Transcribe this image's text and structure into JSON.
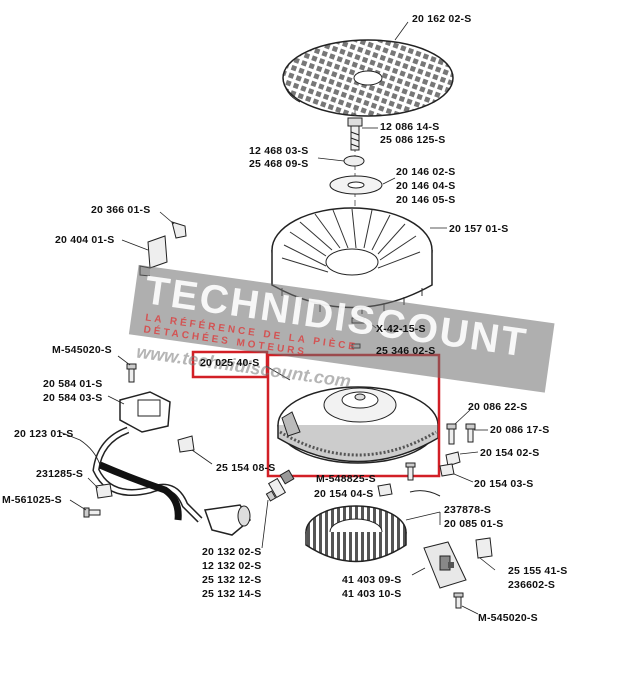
{
  "watermark": {
    "brand": "TECHNIDISCOUNT",
    "tagline_1": "LA RÉFÉRENCE DE LA PIÈCE",
    "tagline_2": "DÉTACHÉES MOTEURS",
    "url": "www.technidiscount.com"
  },
  "parts": {
    "p_20162": "20 162 02-S",
    "p_12086": "12 086 14-S",
    "p_25086": "25 086 125-S",
    "p_12468": "12 468 03-S",
    "p_25468": "25 468 09-S",
    "p_20146_02": "20 146 02-S",
    "p_20146_04": "20 146 04-S",
    "p_20146_05": "20 146 05-S",
    "p_20366": "20 366 01-S",
    "p_20404": "20 404 01-S",
    "p_20157": "20 157 01-S",
    "p_x42": "X-42-15-S",
    "p_25346": "25 346 02-S",
    "p_m545020_top": "M-545020-S",
    "p_20025": "20 025 40-S",
    "p_20584_01": "20 584 01-S",
    "p_20584_03": "20 584 03-S",
    "p_20086_22": "20 086 22-S",
    "p_20086_17": "20 086 17-S",
    "p_20123": "20 123 01-S",
    "p_20154_02": "20 154 02-S",
    "p_25154": "25 154 08-S",
    "p_m548825": "M-548825-S",
    "p_20154_03": "20 154 03-S",
    "p_231285": "231285-S",
    "p_20154_04": "20 154 04-S",
    "p_m561025": "M-561025-S",
    "p_237878": "237878-S",
    "p_20085": "20 085 01-S",
    "p_20132_02a": "20 132 02-S",
    "p_12132": "12 132 02-S",
    "p_25132_12": "25 132 12-S",
    "p_25132_14": "25 132 14-S",
    "p_25155": "25 155 41-S",
    "p_236602": "236602-S",
    "p_41403_09": "41 403 09-S",
    "p_41403_10": "41 403 10-S",
    "p_m545020_bot": "M-545020-S"
  },
  "highlight_color": "#d21f26"
}
